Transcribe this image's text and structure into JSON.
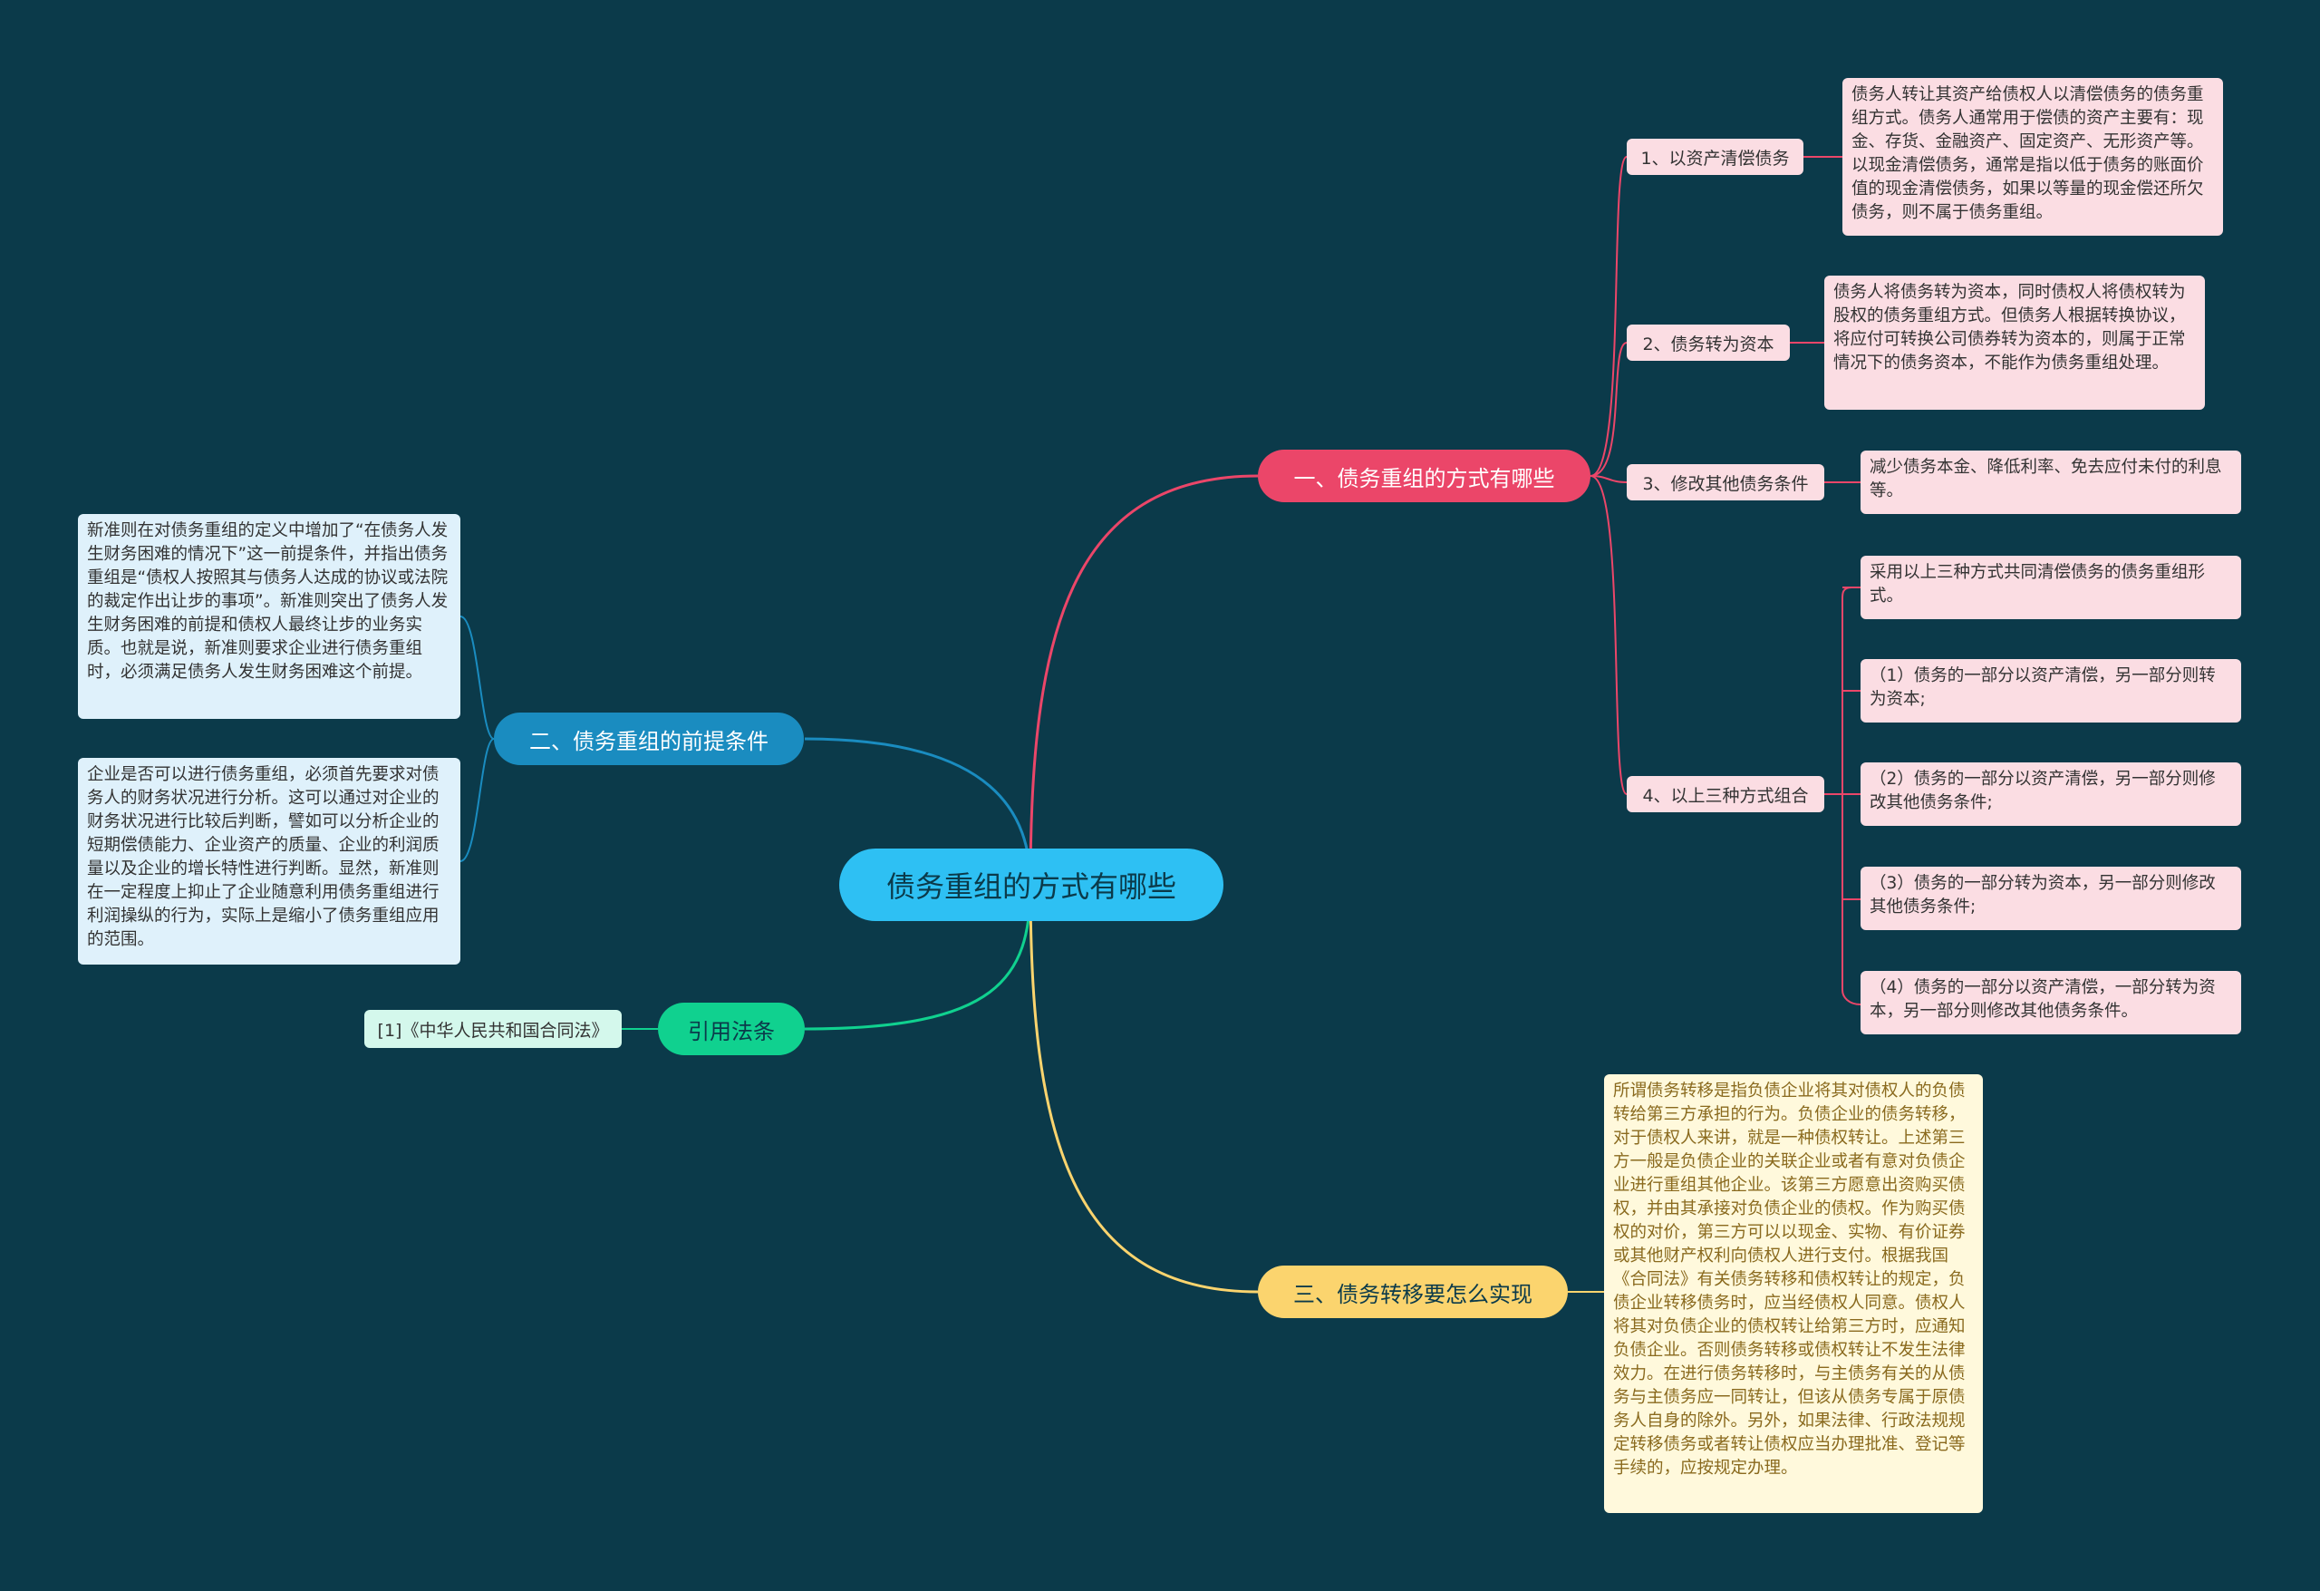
{
  "root": {
    "label": "债务重组的方式有哪些"
  },
  "branch1": {
    "label": "一、债务重组的方式有哪些",
    "items": [
      {
        "label": "1、以资产清偿债务",
        "detail": "债务人转让其资产给债权人以清偿债务的债务重组方式。债务人通常用于偿债的资产主要有：现金、存货、金融资产、固定资产、无形资产等。以现金清偿债务，通常是指以低于债务的账面价值的现金清偿债务，如果以等量的现金偿还所欠债务，则不属于债务重组。"
      },
      {
        "label": "2、债务转为资本",
        "detail": "债务人将债务转为资本，同时债权人将债权转为股权的债务重组方式。但债务人根据转换协议，将应付可转换公司债券转为资本的，则属于正常情况下的债务资本，不能作为债务重组处理。"
      },
      {
        "label": "3、修改其他债务条件",
        "detail": "减少债务本金、降低利率、免去应付未付的利息等。"
      },
      {
        "label": "4、以上三种方式组合",
        "details": [
          "采用以上三种方式共同清偿债务的债务重组形式。",
          "（1）债务的一部分以资产清偿，另一部分则转为资本;",
          "（2）债务的一部分以资产清偿，另一部分则修改其他债务条件;",
          "（3）债务的一部分转为资本，另一部分则修改其他债务条件;",
          "（4）债务的一部分以资产清偿，一部分转为资本，另一部分则修改其他债务条件。"
        ]
      }
    ]
  },
  "branch2": {
    "label": "二、债务重组的前提条件",
    "details": [
      "新准则在对债务重组的定义中增加了“在债务人发生财务困难的情况下”这一前提条件，并指出债务重组是“债权人按照其与债务人达成的协议或法院的裁定作出让步的事项”。新准则突出了债务人发生财务困难的前提和债权人最终让步的业务实质。也就是说，新准则要求企业进行债务重组时，必须满足债务人发生财务困难这个前提。",
      "企业是否可以进行债务重组，必须首先要求对债务人的财务状况进行分析。这可以通过对企业的财务状况进行比较后判断，譬如可以分析企业的短期偿债能力、企业资产的质量、企业的利润质量以及企业的增长特性进行判断。显然，新准则在一定程度上抑止了企业随意利用债务重组进行利润操纵的行为，实际上是缩小了债务重组应用的范围。"
    ]
  },
  "branch3": {
    "label": "引用法条",
    "refs": [
      "[1]《中华人民共和国合同法》"
    ]
  },
  "branch4": {
    "label": "三、债务转移要怎么实现",
    "detail": "所谓债务转移是指负债企业将其对债权人的负债转给第三方承担的行为。负债企业的债务转移，对于债权人来讲，就是一种债权转让。上述第三方一般是负债企业的关联企业或者有意对负债企业进行重组其他企业。该第三方愿意出资购买债权，并由其承接对负债企业的债权。作为购买债权的对价，第三方可以以现金、实物、有价证券或其他财产权利向债权人进行支付。根据我国《合同法》有关债务转移和债权转让的规定，负债企业转移债务时，应当经债权人同意。债权人将其对负债企业的债权转让给第三方时，应通知负债企业。否则债务转移或债权转让不发生法律效力。在进行债务转移时，与主债务有关的从债务与主债务应一同转让，但该从债务专属于原债务人自身的除外。另外，如果法律、行政法规规定转移债务或者转让债权应当办理批准、登记等手续的，应按规定办理。"
  },
  "colors": {
    "background": "#0b3a4a",
    "root": "#2ec0f3",
    "branch1": "#eb4669",
    "branch2": "#1a8cc0",
    "branch3": "#10d18f",
    "branch4": "#fbd46e"
  }
}
